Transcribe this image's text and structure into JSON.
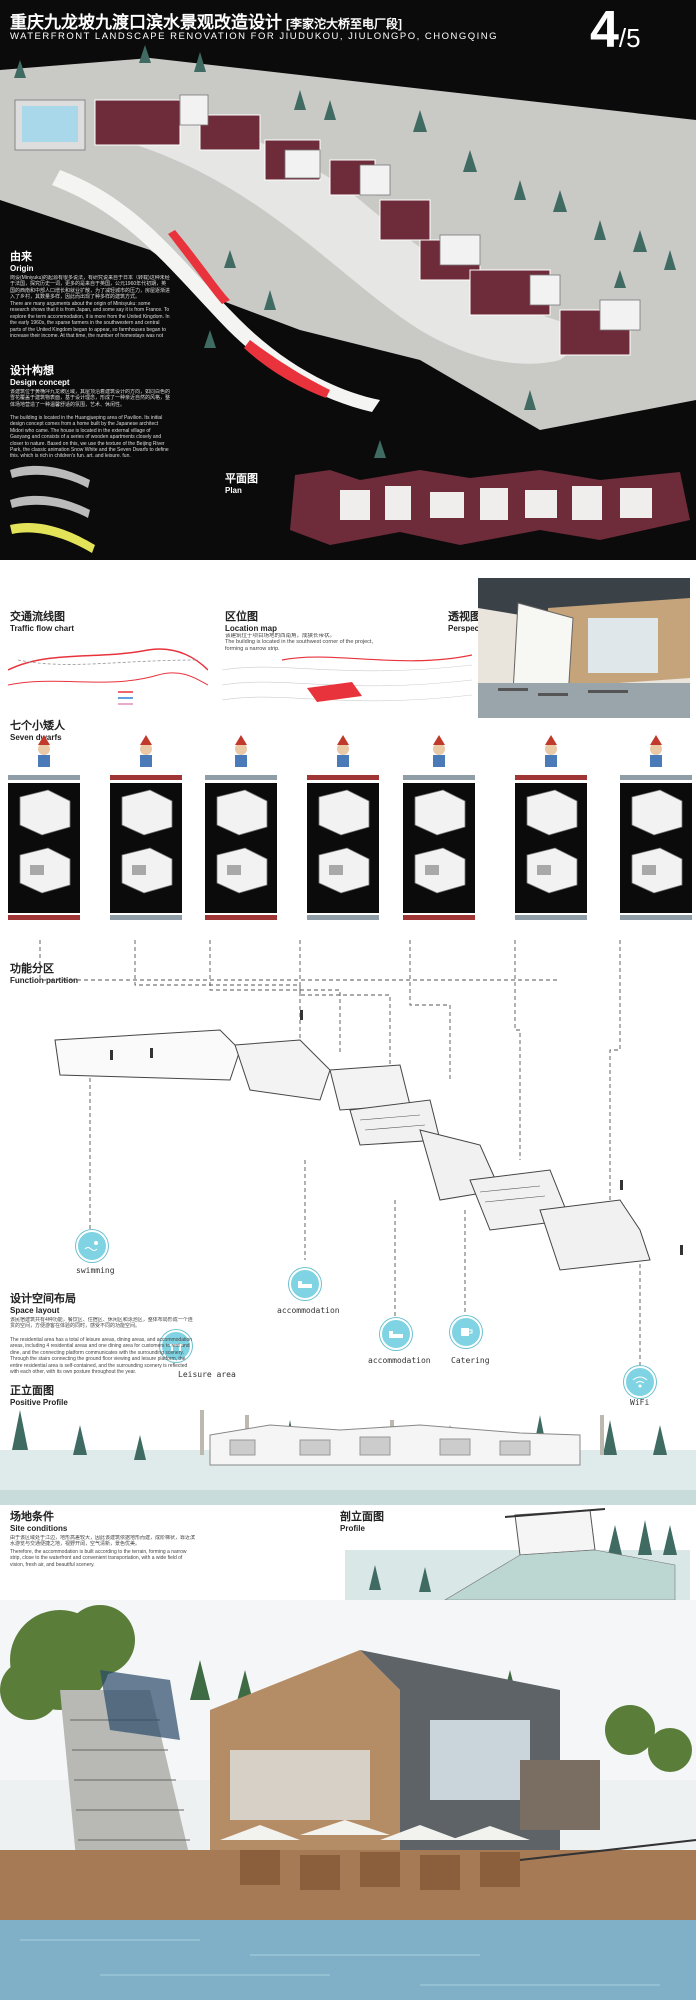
{
  "header": {
    "title_cn": "重庆九龙坡九渡口滨水景观改造设计",
    "title_sub": "[李家沱大桥至电厂段]",
    "title_en": "WATERFRONT LANDSCAPE RENOVATION FOR JIUDUKOU, JIULONGPO, CHONGQING",
    "page_current": "4",
    "page_total": "/5"
  },
  "origin": {
    "cn": "由来",
    "en": "Origin",
    "text_cn": "岗设(Miniyuku)的起源有很多说法，有研究说来自于日本（转载)这种未经于法国，探究历史一词，更多的是来自于英国，公元1960年代初期，英国的西南和中部人口增长和就业扩散，为了减轻城市的压力，房屋逐渐进入了乡村，其数量多样，因此而出现了种多样的建筑方式。",
    "text_en": "There are many arguments about the origin of Minisyuku: some research shows that it is from Japan, and some say it is from France. To explore the term accommodation, it is more from the United Kingdom. In the early 1960s, the sparse farmers in the southwestern and central parts of the United Kingdom began to appear, so farmhouses began to increase their income. At that time, the number of homestays was not large, and the form was used: Billed and Breakfast's Business style. Its nature is a family-style hospitality, which is the ancient form in the United Kingdom."
  },
  "design_concept": {
    "cn": "设计构想",
    "en": "Design concept",
    "text_cn": "该建筑位于黄桷坪九龙坡区域，其屋顶沿着建筑设计的方向，如同白色的雪花覆盖于建筑物表面，基于设计理念，形成了一种亲近自然的风格，整体场地营造了一种温馨舒适的氛围，艺术、休闲性。",
    "text_en": "The building is located in the Huangjueping area of Pavilion. Its initial design concept comes from a home built by the Japanese architect Midori who came. The house is located in the external village of Gaoyang and consists of a series of wooden apartments closely and closer to nature. Based on this, we use the texture of the Beijing River Park, the classic animation Snow White and the Seven Dwarfs to define this, which is rich in children's fun, art, and leisure. fun."
  },
  "plan": {
    "cn": "平面图",
    "en": "Plan"
  },
  "traffic": {
    "cn": "交通流线图",
    "en": "Traffic flow chart"
  },
  "location": {
    "cn": "区位图",
    "en": "Location map",
    "text_cn": "该建筑位于项目场地的西南角，成狭长带状。",
    "text_en": "The building is located in the southwest corner of the project, forming a narrow strip."
  },
  "perspective": {
    "cn": "透视图",
    "en": "Perspective"
  },
  "dwarfs": {
    "cn": "七个小矮人",
    "en": "Seven dwarfs",
    "count": 7
  },
  "function": {
    "cn": "功能分区",
    "en": "Function partition",
    "labels": [
      "swimming",
      "accommodation",
      "Leisure area",
      "accommodation",
      "Catering",
      "WiFi"
    ]
  },
  "space_layout": {
    "cn": "设计空间布局",
    "en": "Space layout",
    "text_cn": "该民宿建筑共有4种功能，餐饮区、住宿区、休闲区和泳池区，整体布局形成一个连贯的空间，方便游客在体验的同时，感受不同的功能空间。",
    "text_en": "The residential area has a total of leisure areas, dining areas, and accommodation areas, including 4 residential areas and one dining area for customers to rest and dine, and the connecting platform communicates with the surrounding scenery. Through the stairs connecting the ground floor viewing and leisure platform, the entire residential area is self-contained, and the surrounding scenery is reflected with each other, with its own posture throughout the year."
  },
  "positive_profile": {
    "cn": "正立面图",
    "en": "Positive Profile"
  },
  "site_conditions": {
    "cn": "场地条件",
    "en": "Site conditions",
    "text_cn": "由于该区域处于江边，地形高差较大，因此该建筑依据地形而建，成阶梯状，靠近滨水游览与交通便捷之地，视野开阔，空气清新，景色优美。",
    "text_en": "Therefore, the accommodation is built according to the terrain, forming a narrow strip, close to the waterfront and convenient transportation, with a wide field of vision, fresh air, and beautiful scenery."
  },
  "profile": {
    "cn": "剖立面图",
    "en": "Profile"
  },
  "colors": {
    "dark": "#0b0b0b",
    "maroon": "#6e2b3a",
    "cyan": "#7fd3e3",
    "red": "#e8333c"
  },
  "icons": [
    "swimmer-icon",
    "bed-icon",
    "bench-icon",
    "bed-icon",
    "cup-icon",
    "wifi-icon"
  ]
}
